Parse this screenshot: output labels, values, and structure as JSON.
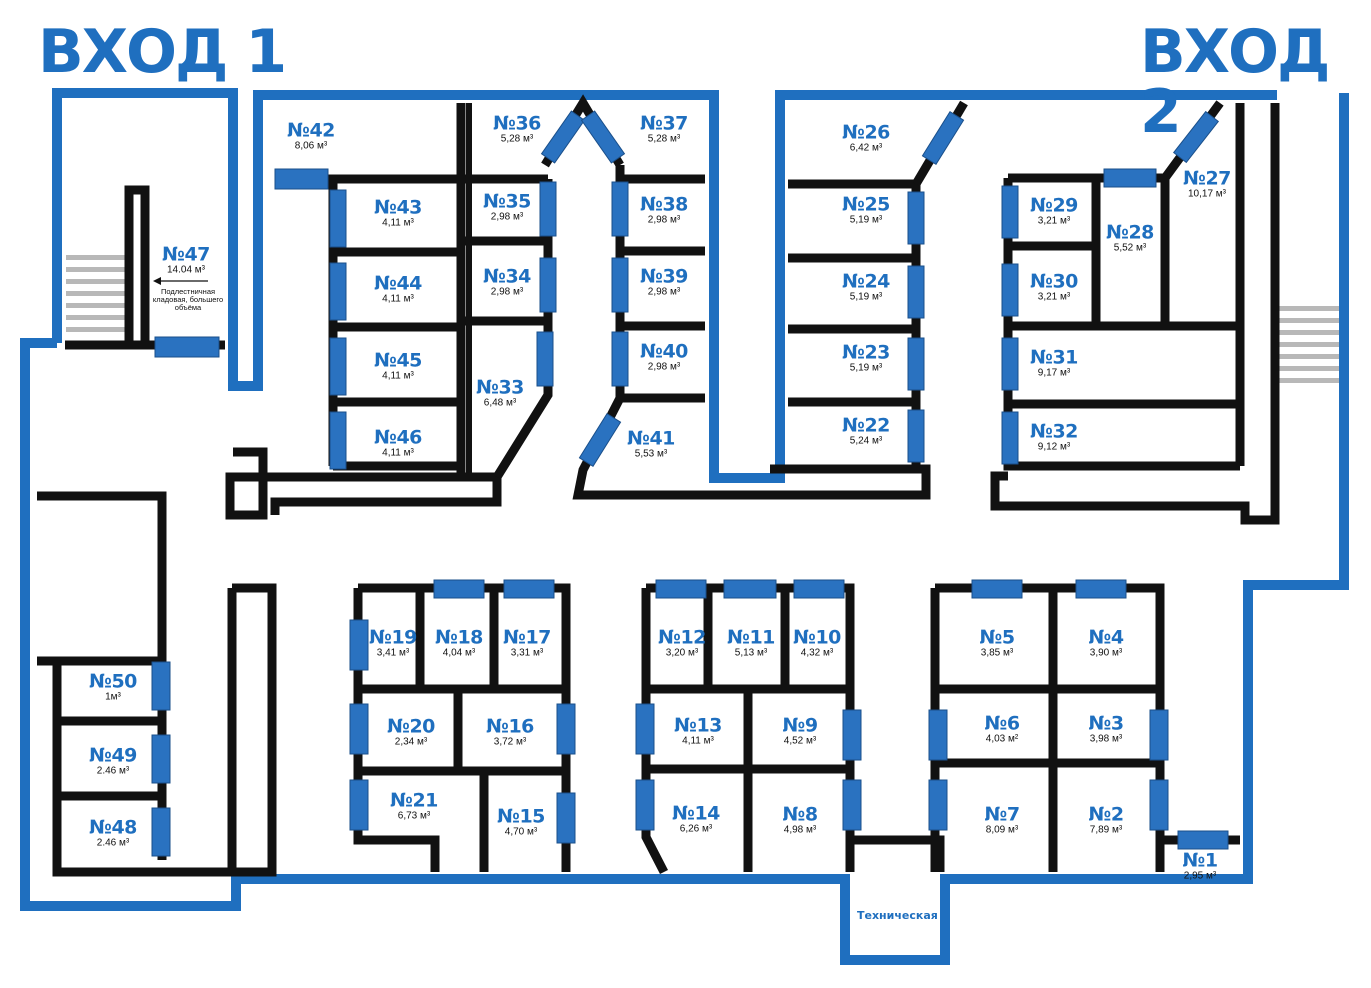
{
  "colors": {
    "wall": "#111111",
    "outer": "#1f6fbf",
    "door": "#2a72c0",
    "text_blue": "#1f6fbf",
    "stairs": "#b8b8b8"
  },
  "entrances": {
    "entrance_1": "ВХОД 1",
    "entrance_2": "ВХОД 2"
  },
  "technical_room": "Техническая",
  "unit_47_note": "Подлестничная кладовая, большего объёма",
  "units": {
    "u1": {
      "num": "№1",
      "area": "2,95 м³"
    },
    "u2": {
      "num": "№2",
      "area": "7,89 м³"
    },
    "u3": {
      "num": "№3",
      "area": "3,98 м³"
    },
    "u4": {
      "num": "№4",
      "area": "3,90 м³"
    },
    "u5": {
      "num": "№5",
      "area": "3,85 м³"
    },
    "u6": {
      "num": "№6",
      "area": "4,03 м²"
    },
    "u7": {
      "num": "№7",
      "area": "8,09 м³"
    },
    "u8": {
      "num": "№8",
      "area": "4,98 м³"
    },
    "u9": {
      "num": "№9",
      "area": "4,52 м³"
    },
    "u10": {
      "num": "№10",
      "area": "4,32 м³"
    },
    "u11": {
      "num": "№11",
      "area": "5,13 м³"
    },
    "u12": {
      "num": "№12",
      "area": "3,20 м³"
    },
    "u13": {
      "num": "№13",
      "area": "4,11 м³"
    },
    "u14": {
      "num": "№14",
      "area": "6,26 м³"
    },
    "u15": {
      "num": "№15",
      "area": "4,70 м³"
    },
    "u16": {
      "num": "№16",
      "area": "3,72 м³"
    },
    "u17": {
      "num": "№17",
      "area": "3,31 м³"
    },
    "u18": {
      "num": "№18",
      "area": "4,04 м³"
    },
    "u19": {
      "num": "№19",
      "area": "3,41 м³"
    },
    "u20": {
      "num": "№20",
      "area": "2,34 м³"
    },
    "u21": {
      "num": "№21",
      "area": "6,73 м³"
    },
    "u22": {
      "num": "№22",
      "area": "5,24 м³"
    },
    "u23": {
      "num": "№23",
      "area": "5,19 м³"
    },
    "u24": {
      "num": "№24",
      "area": "5,19 м³"
    },
    "u25": {
      "num": "№25",
      "area": "5,19 м³"
    },
    "u26": {
      "num": "№26",
      "area": "6,42 м³"
    },
    "u27": {
      "num": "№27",
      "area": "10,17 м³"
    },
    "u28": {
      "num": "№28",
      "area": "5,52 м³"
    },
    "u29": {
      "num": "№29",
      "area": "3,21 м³"
    },
    "u30": {
      "num": "№30",
      "area": "3,21 м³"
    },
    "u31": {
      "num": "№31",
      "area": "9,17 м³"
    },
    "u32": {
      "num": "№32",
      "area": "9,12 м³"
    },
    "u33": {
      "num": "№33",
      "area": "6,48 м³"
    },
    "u34": {
      "num": "№34",
      "area": "2,98 м³"
    },
    "u35": {
      "num": "№35",
      "area": "2,98 м³"
    },
    "u36": {
      "num": "№36",
      "area": "5,28 м³"
    },
    "u37": {
      "num": "№37",
      "area": "5,28 м³"
    },
    "u38": {
      "num": "№38",
      "area": "2,98 м³"
    },
    "u39": {
      "num": "№39",
      "area": "2,98 м³"
    },
    "u40": {
      "num": "№40",
      "area": "2,98 м³"
    },
    "u41": {
      "num": "№41",
      "area": "5,53 м³"
    },
    "u42": {
      "num": "№42",
      "area": "8,06 м³"
    },
    "u43": {
      "num": "№43",
      "area": "4,11 м³"
    },
    "u44": {
      "num": "№44",
      "area": "4,11 м³"
    },
    "u45": {
      "num": "№45",
      "area": "4,11 м³"
    },
    "u46": {
      "num": "№46",
      "area": "4,11 м³"
    },
    "u47": {
      "num": "№47",
      "area": "14.04 м³"
    },
    "u48": {
      "num": "№48",
      "area": "2.46 м³"
    },
    "u49": {
      "num": "№49",
      "area": "2.46 м³"
    },
    "u50": {
      "num": "№50",
      "area": "1м³"
    }
  }
}
